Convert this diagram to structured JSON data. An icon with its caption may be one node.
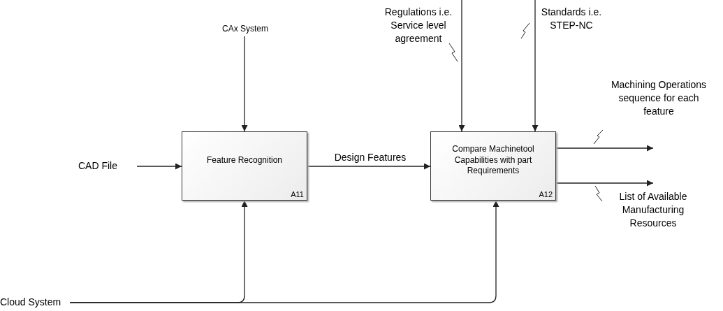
{
  "diagram": {
    "nodes": [
      {
        "text": [
          "Feature Recognition",
          "A11"
        ]
      },
      {
        "text": [
          "Compare Machinetool Capabilities with part Requirements",
          "A12"
        ]
      },
      {
        "text": [
          "CAD File"
        ]
      },
      {
        "text": [
          "CAx System"
        ]
      },
      {
        "text": [
          "Cloud System"
        ]
      }
    ],
    "edges": [
      {
        "from": 2,
        "to": 0,
        "arrow": "to"
      },
      {
        "from": 3,
        "to": 0,
        "arrow": "to"
      },
      {
        "from": 0,
        "to": 1,
        "arrow": "to",
        "label": "Design Features"
      },
      {
        "from": null,
        "to": 1,
        "arrow": "to",
        "label": "Regulations i.e. Service level agreement"
      },
      {
        "from": null,
        "to": 1,
        "arrow": "to",
        "label": "Standards i.e. STEP-NC"
      },
      {
        "from": 1,
        "to": null,
        "arrow": "to",
        "label": "Machining Operations sequence for each feature"
      },
      {
        "from": 1,
        "to": null,
        "arrow": "to",
        "label": "List of Available Manufacturing Resources"
      },
      {
        "from": 4,
        "to": 0,
        "arrow": "to"
      },
      {
        "from": 4,
        "to": 1,
        "arrow": "to"
      }
    ]
  }
}
